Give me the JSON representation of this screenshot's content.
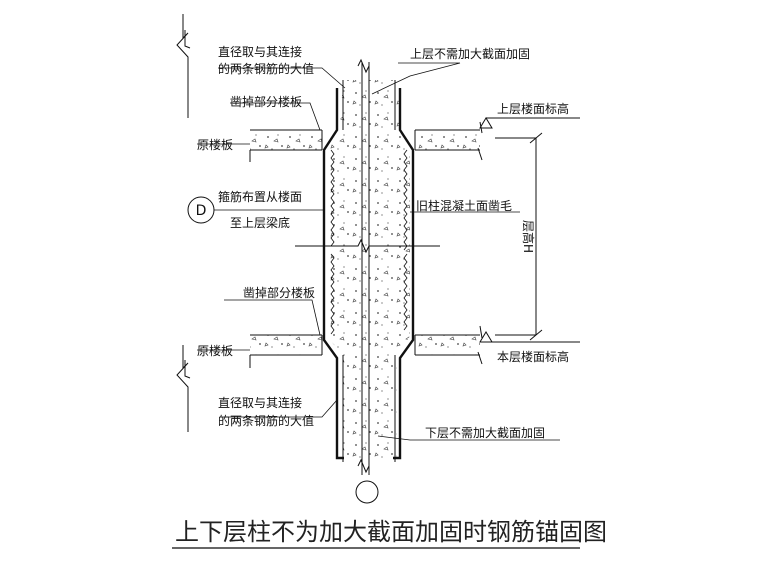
{
  "labels": {
    "top_left_1": "直径取与其连接",
    "top_left_2": "的两条钢筋的大值",
    "chisel_top": "凿掉部分楼板",
    "orig_slab_top": "原楼板",
    "stirrup_1": "箍筋布置从楼面",
    "stirrup_2": "至上层梁底",
    "upper_no_enlarge": "上层不需加大截面加固",
    "upper_floor_level": "上层楼面标高",
    "old_concrete": "旧柱混凝土面凿毛",
    "storey_height": "层高H",
    "chisel_bottom": "凿掉部分楼板",
    "orig_slab_bottom": "原楼板",
    "this_floor_level": "本层楼面标高",
    "bottom_left_1": "直径取与其连接",
    "bottom_left_2": "的两条钢筋的大值",
    "lower_no_enlarge": "下层不需加大截面加固"
  },
  "detail_marker": "D",
  "title": "上下层柱不为加大截面加固时钢筋锚固图"
}
